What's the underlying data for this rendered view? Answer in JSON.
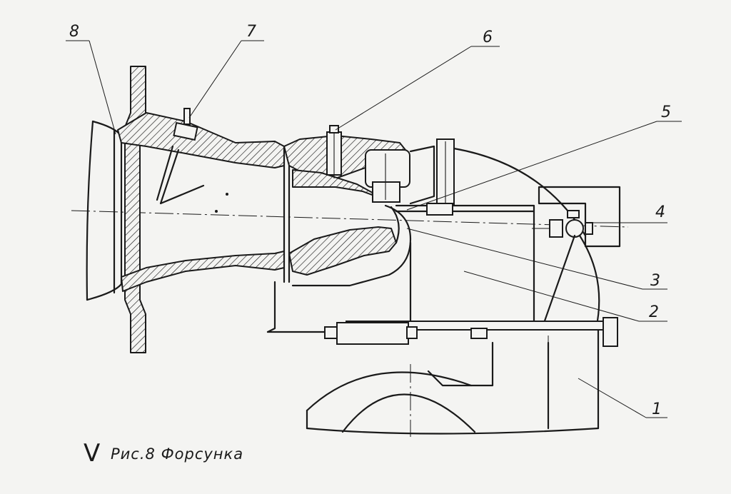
{
  "caption": {
    "mark": "V",
    "text": "Рис.8 Форсунка"
  },
  "callouts": [
    {
      "id": "1",
      "label": "1"
    },
    {
      "id": "2",
      "label": "2"
    },
    {
      "id": "3",
      "label": "3"
    },
    {
      "id": "4",
      "label": "4"
    },
    {
      "id": "5",
      "label": "5"
    },
    {
      "id": "6",
      "label": "6"
    },
    {
      "id": "7",
      "label": "7"
    },
    {
      "id": "8",
      "label": "8"
    }
  ],
  "colors": {
    "ink": "#1a1a1a",
    "paper": "#f4f4f2"
  }
}
